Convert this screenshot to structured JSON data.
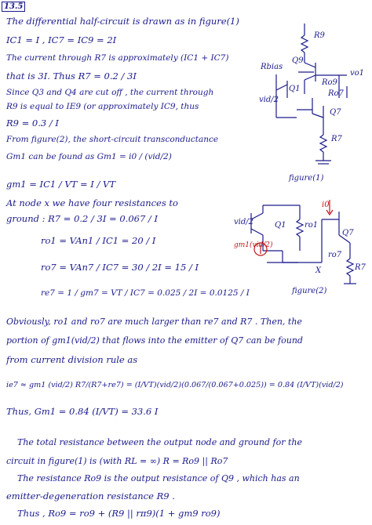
{
  "problem_no": "13.5",
  "text": {
    "l01": "The differential half-circuit is drawn as in figure(1)",
    "l02": "IC1 = I , IC7 = IC9 = 2I",
    "l03": "The current through R7 is approximately (IC1 + IC7)",
    "l04": "that is 3I. Thus R7 = 0.2 / 3I",
    "l05": "Since Q3 and Q4 are cut off , the current through",
    "l06": "R9 is equal to IE9 (or approximately IC9, thus",
    "l07": "R9 = 0.3 / I",
    "l08": "From figure(2), the short-circuit transconductance",
    "l09": "Gm1 can be found as Gm1 = i0 / (vid/2)",
    "l10": "gm1 = IC1 / VT = I / VT",
    "l11": "At node x we have four resistances to",
    "l12": "ground : R7 = 0.2 / 3I = 0.067 / I",
    "l13": "ro1 = VAn1 / IC1 = 20 / I",
    "l14": "ro7 = VAn7 / IC7 = 30 / 2I = 15 / I",
    "l15": "re7 = 1 / gm7 = VT / IC7 = 0.025 / 2I = 0.0125 / I",
    "l16": "Obviously, ro1 and ro7 are much larger than re7 and R7 . Then, the",
    "l17": "portion of gm1(vid/2) that flows into the emitter of Q7 can be found",
    "l18": "from current division rule as",
    "l19": "ie7 ≈ gm1 (vid/2) R7/(R7+re7) = (I/VT)(vid/2)(0.067/(0.067+0.025)) = 0.84 (I/VT)(vid/2)",
    "l20": "Thus, Gm1 = 0.84 (I/VT) = 33.6 I",
    "l21": "The total resistance between the output node and ground for the",
    "l22": "circuit in figure(1) is (with RL = ∞)     R = Ro9 || Ro7",
    "l23": "The resistance Ro9 is the output resistance of Q9 , which has an",
    "l24": "emitter-degeneration resistance R9 .",
    "l25": "Thus ,  Ro9 = ro9 + (R9 || rπ9)(1 + gm9 ro9)"
  },
  "figure1": {
    "caption": "figure(1)",
    "labels": [
      "R9",
      "Q9",
      "Q1",
      "Rbias",
      "vid/2",
      "Ro9",
      "Ro7",
      "Q7",
      "R7",
      "vo1"
    ]
  },
  "figure2": {
    "caption": "figure(2)",
    "labels": [
      "vid/2",
      "Q1",
      "ro1",
      "gm1(vid/2)",
      "X",
      "Q7",
      "R7",
      "ro7",
      "i0"
    ]
  },
  "colors": {
    "ink": "#1a1a8c",
    "red": "#c0161b",
    "bg": "#ffffff"
  }
}
